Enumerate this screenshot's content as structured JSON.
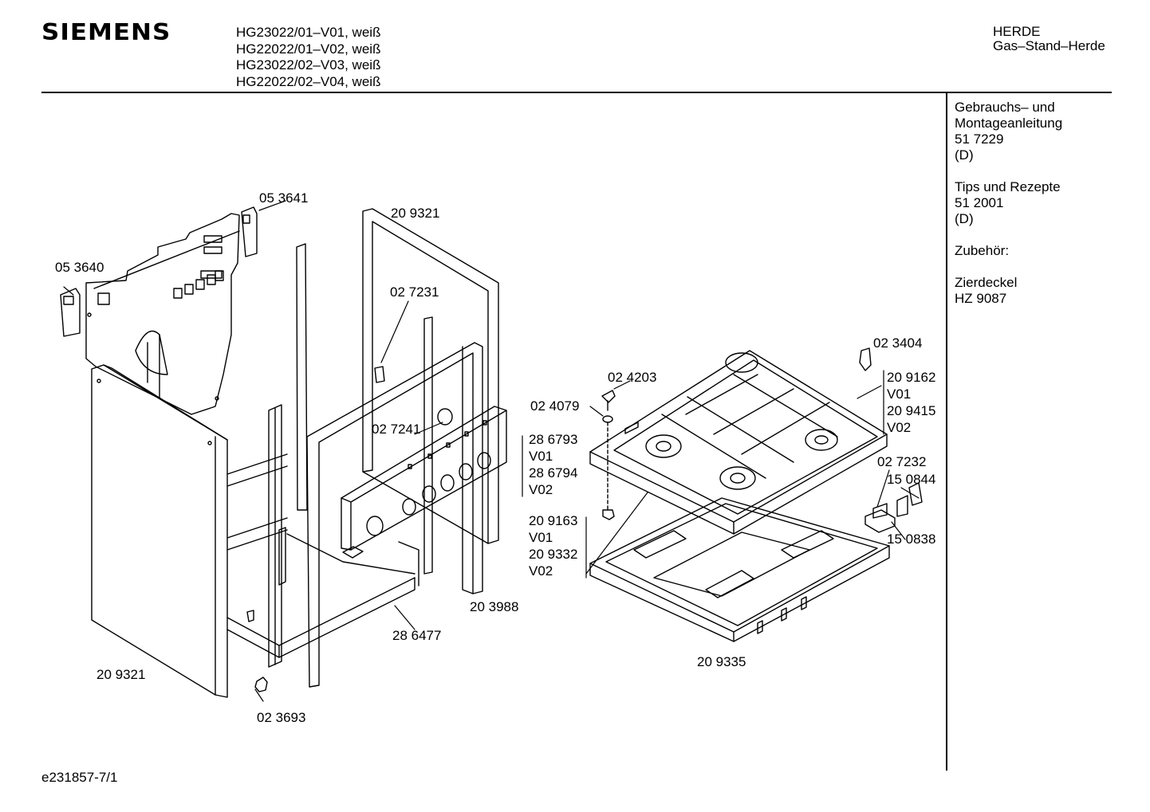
{
  "header": {
    "brand": "SIEMENS",
    "models": [
      "HG23022/01–V01, weiß",
      "HG22022/01–V02, weiß",
      "HG23022/02–V03, weiß",
      "HG22022/02–V04, weiß"
    ],
    "category": "HERDE",
    "subcategory": "Gas–Stand–Herde"
  },
  "sidebar": {
    "manual_title_1": "Gebrauchs– und",
    "manual_title_2": "Montageanleitung",
    "manual_number": "51 7229",
    "manual_lang": "(D)",
    "tips_title": "Tips und Rezepte",
    "tips_number": "51 2001",
    "tips_lang": "(D)",
    "accessories_heading": "Zubehör:",
    "accessory_name": "Zierdeckel",
    "accessory_number": "HZ 9087"
  },
  "parts": {
    "p053641": "05 3641",
    "p053640": "05 3640",
    "p209321_top": "20 9321",
    "p027231": "02 7231",
    "p027241": "02 7241",
    "p286793": "28 6793",
    "p286793_v": "V01",
    "p286794": "28 6794",
    "p286794_v": "V02",
    "p203988": "20 3988",
    "p286477": "28 6477",
    "p209321_bottom": "20 9321",
    "p023693": "02 3693",
    "p024203": "02 4203",
    "p024079": "02 4079",
    "p209163": "20 9163",
    "p209163_v": "V01",
    "p209332": "20 9332",
    "p209332_v": "V02",
    "p023404": "02 3404",
    "p209162": "20 9162",
    "p209162_v": "V01",
    "p209415": "20 9415",
    "p209415_v": "V02",
    "p027232": "02 7232",
    "p150844": "15 0844",
    "p150838": "15 0838",
    "p209335": "20 9335"
  },
  "footer": {
    "drawing_id": "e231857-7/1"
  }
}
